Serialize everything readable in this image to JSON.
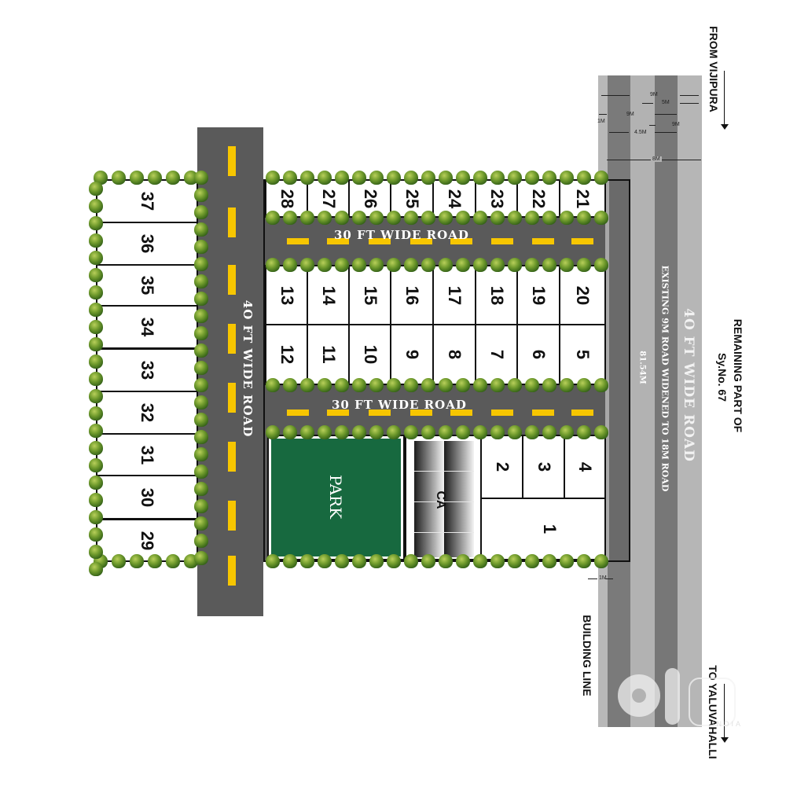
{
  "roads": {
    "left_road_label": "4O FT WIDE ROAD",
    "top_internal_road_label": "30 FT WIDE ROAD",
    "bottom_internal_road_label": "30 FT WIDE ROAD",
    "main_road_label": "4O FT WIDE ROAD",
    "main_road_sublabel": "EXISTING 9M ROAD WIDENED TO 18M ROAD",
    "main_road_length": "81.54M"
  },
  "directions": {
    "from": "FROM VIJIPURA",
    "to": "TO YALUVAHALLI"
  },
  "annotations": {
    "remaining_part": "REMAINING PART OF",
    "survey_no": "Sy.No. 67",
    "building_line": "BUILDING LINE"
  },
  "dimensions": {
    "d1": "9M",
    "d2": "5M",
    "d3": "9M",
    "d4": "1M",
    "d5": "9M",
    "d6": "4.5M",
    "d7": "8M",
    "d8": "1M"
  },
  "amenities": {
    "park": "PARK",
    "civic_amenity": "CA"
  },
  "plots": {
    "top_row": [
      "28",
      "27",
      "26",
      "25",
      "24",
      "23",
      "22",
      "21"
    ],
    "middle_upper_row": [
      "13",
      "14",
      "15",
      "16",
      "17",
      "18",
      "19",
      "20"
    ],
    "middle_lower_row": [
      "12",
      "11",
      "10",
      "9",
      "8",
      "7",
      "6",
      "5"
    ],
    "bottom_small": [
      "2",
      "3",
      "4"
    ],
    "bottom_large": "1",
    "left_column": [
      "37",
      "36",
      "35",
      "34",
      "33",
      "32",
      "31",
      "30",
      "29"
    ]
  },
  "watermark": {
    "brand": "olx",
    "sub": "INDIA"
  },
  "colors": {
    "asphalt": "#5a5a5a",
    "lane_marking": "#f7c600",
    "park": "#17693f",
    "main_road_light": "#b4b4b4",
    "main_road_dark": "#797979"
  }
}
